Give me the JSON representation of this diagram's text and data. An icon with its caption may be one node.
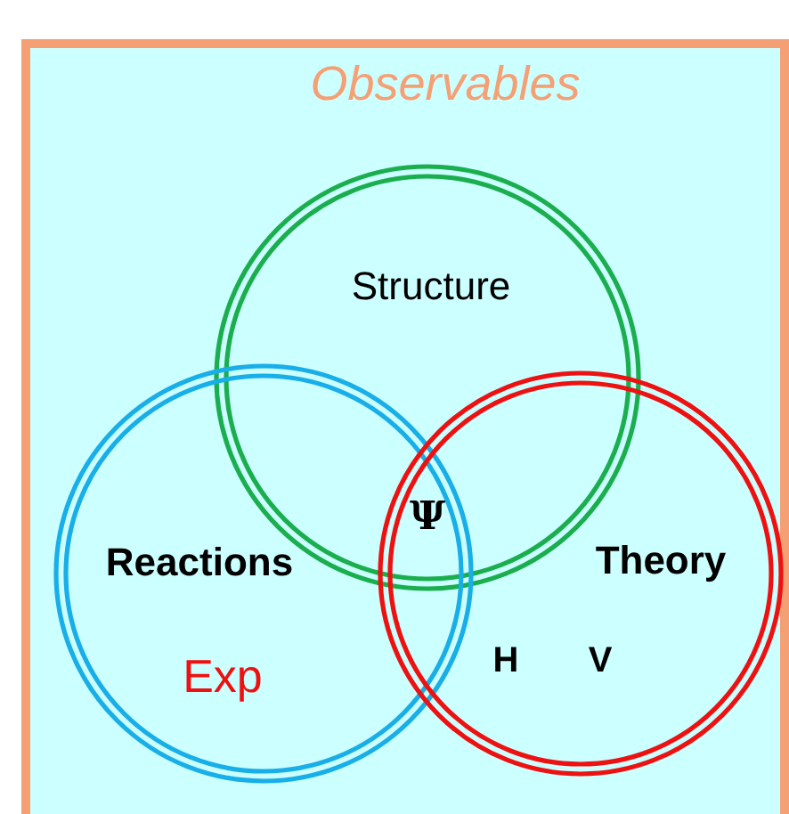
{
  "diagram": {
    "nodes": [
      {
        "text": [
          "Observables"
        ]
      },
      {
        "text": [
          "Structure"
        ],
        "in": 0
      },
      {
        "text": [
          "Reactions",
          "Exp"
        ],
        "in": 0
      },
      {
        "text": [
          "Theory"
        ],
        "in": 0
      }
    ],
    "edges": [],
    "labels": [
      "Ψ",
      "H",
      "V"
    ]
  }
}
